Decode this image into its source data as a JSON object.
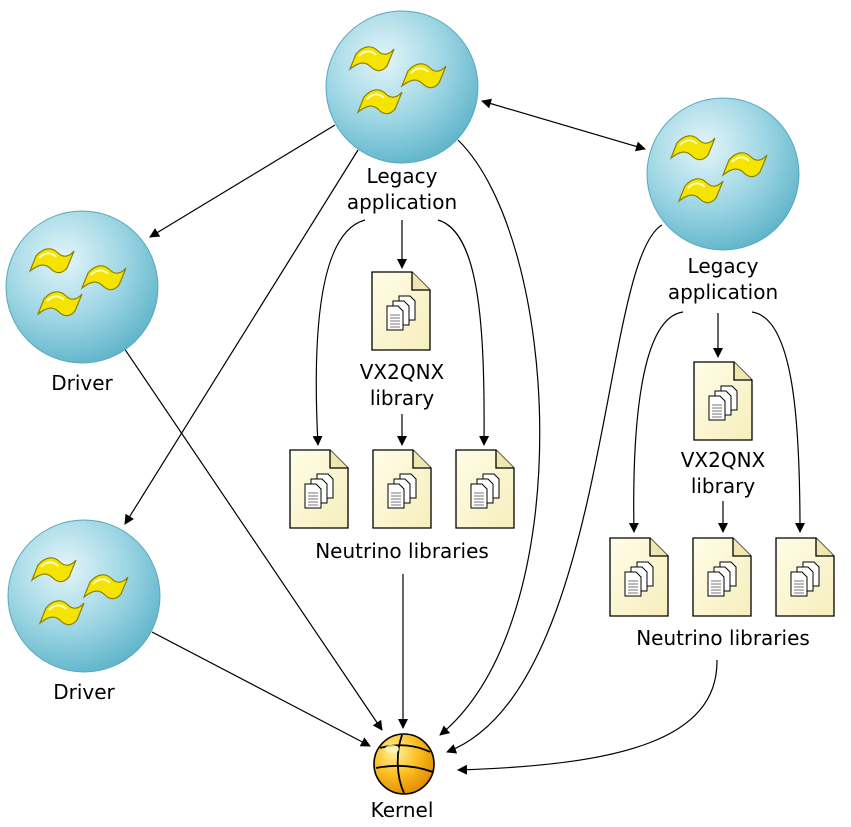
{
  "labels": {
    "legacy_app_line1": "Legacy",
    "legacy_app_line2": "application",
    "vx2qnx_line1": "VX2QNX",
    "vx2qnx_line2": "library",
    "neutrino_libraries": "Neutrino libraries",
    "driver": "Driver",
    "kernel": "Kernel"
  },
  "colors": {
    "process_fill": "#6fc0d4",
    "process_highlight": "#e4f5f9",
    "window_flag": "#f5e400",
    "library_page": "#fdf8d2",
    "kernel": "#f6a800",
    "arrow": "#000000"
  },
  "icons": {
    "process": "process-sphere-icon",
    "library": "library-document-icon",
    "kernel": "kernel-ball-icon"
  }
}
